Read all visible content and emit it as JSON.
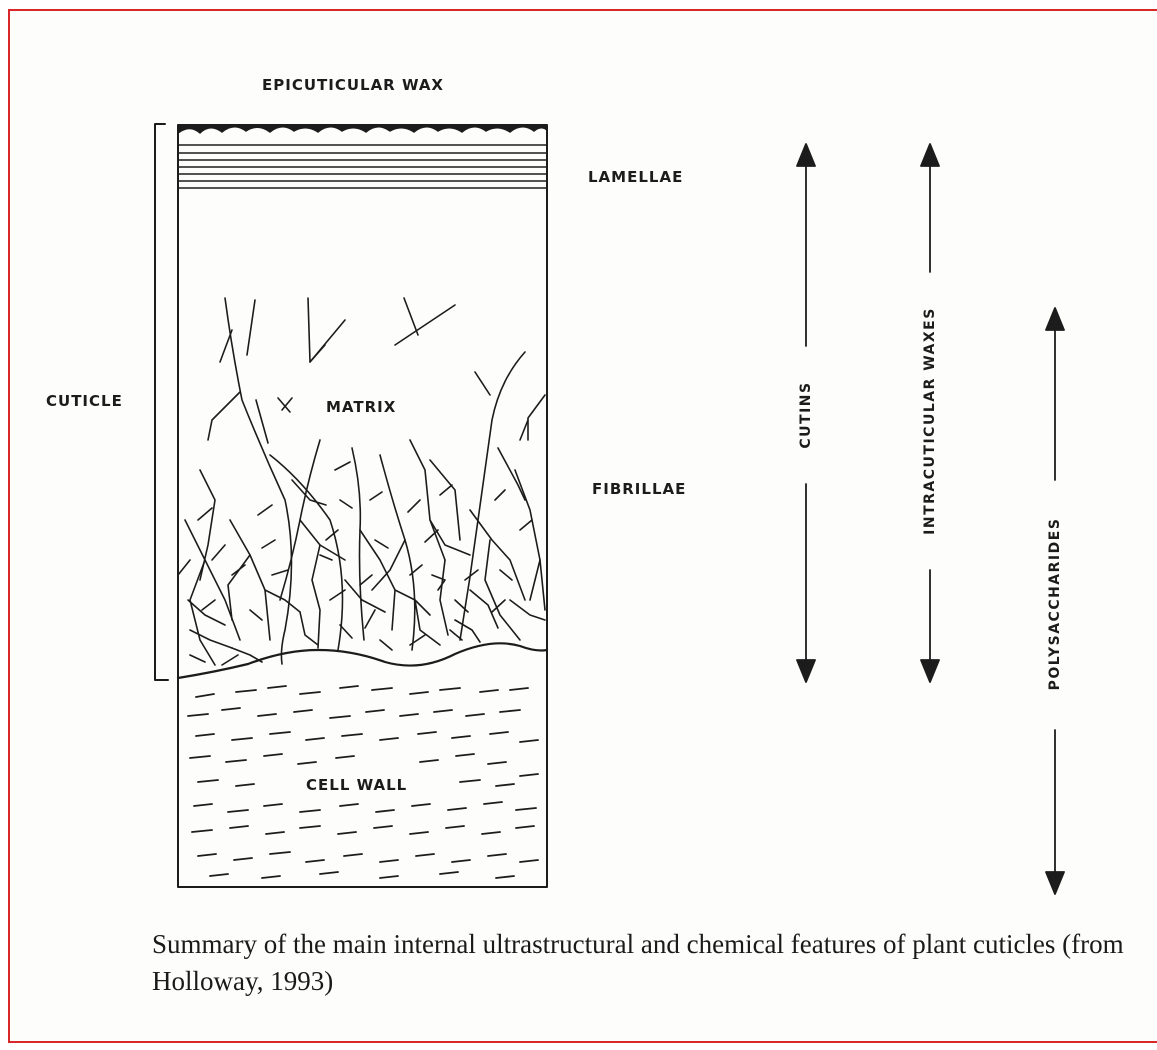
{
  "labels": {
    "epicuticular_wax": "EPICUTICULAR WAX",
    "lamellae": "LAMELLAE",
    "cuticle": "CUTICLE",
    "matrix": "MATRIX",
    "fibrillae": "FIBRILLAE",
    "cell_wall": "CELL WALL",
    "cutins": "CUTINS",
    "intracuticular_waxes": "INTRACUTICULAR WAXES",
    "polysaccharides": "POLYSACCHARIDES"
  },
  "caption": "Summary of the main internal ultrastructural and chemical features of plant cuticles (from Holloway, 1993)",
  "colors": {
    "border": "#d8282a",
    "ink": "#1c1c1c"
  }
}
